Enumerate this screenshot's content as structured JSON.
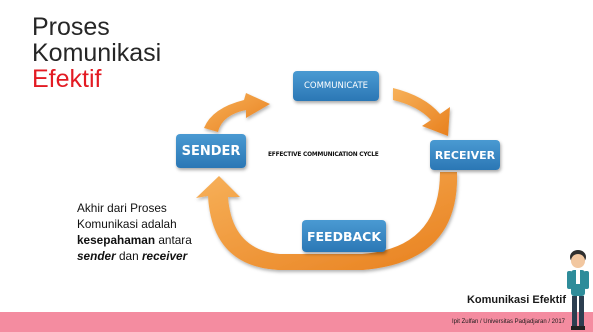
{
  "title": {
    "line1": "Proses",
    "line2": "Komunikasi",
    "line3": "Efektif"
  },
  "diagram": {
    "nodes": {
      "communicate": "COMMUNICATE",
      "sender": "SENDER",
      "receiver": "RECEIVER",
      "feedback": "FEEDBACK"
    },
    "center_label": "EFFECTIVE COMMUNICATION CYCLE",
    "colors": {
      "box": "#2e7dbb",
      "arrow": "#f0902a"
    }
  },
  "note": {
    "line1": "Akhir dari Proses",
    "line2": "Komunikasi adalah",
    "line3_bold": "kesepahaman",
    "line3_rest": " antara",
    "line4_a": "sender",
    "line4_b": " dan ",
    "line4_c": "receiver"
  },
  "footer": {
    "label": "Komunikasi Efektif",
    "credit": "Ipit Zulfan / Universitas Padjadjaran / 2017",
    "band_color": "#f48ca0"
  }
}
